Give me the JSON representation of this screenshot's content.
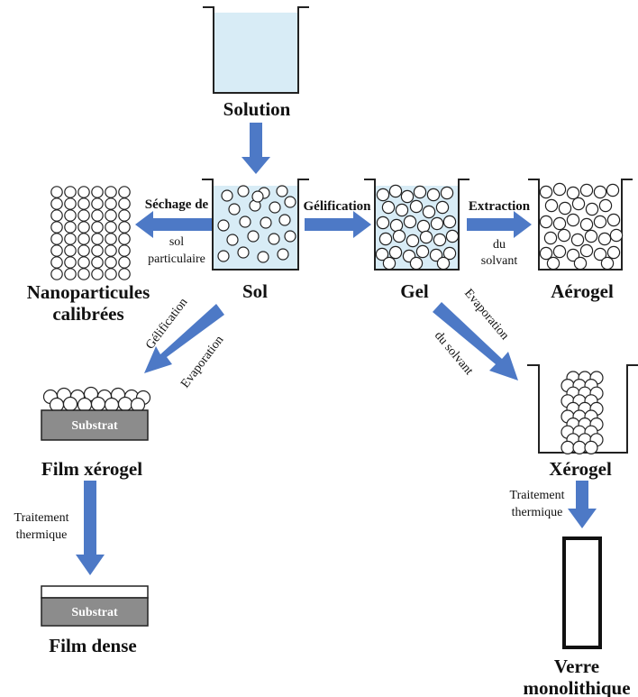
{
  "nodes": {
    "solution": "Solution",
    "sol": "Sol",
    "gel": "Gel",
    "aerogel": "Aérogel",
    "nanoparticules_1": "Nanoparticules",
    "nanoparticules_2": "calibrées",
    "film_xerogel": "Film xérogel",
    "film_dense": "Film dense",
    "xerogel": "Xérogel",
    "verre_1": "Verre",
    "verre_2": "monolithique",
    "substrat_top": "Substrat",
    "substrat_bottom": "Substrat"
  },
  "edges": {
    "sechage_1": "Séchage de",
    "sechage_2": "sol",
    "sechage_3": "particulaire",
    "gelification": "Gélification",
    "extraction_1": "Extraction",
    "extraction_2": "du",
    "extraction_3": "solvant",
    "gelif_diag": "Gélification",
    "evap_diag": "Evaporation",
    "evap_right_1": "Evaporation",
    "evap_right_2": "du solvant",
    "traitement_left_1": "Traitement",
    "traitement_left_2": "thermique",
    "traitement_right_1": "Traitement",
    "traitement_right_2": "thermique"
  },
  "colors": {
    "arrow": "#4d79c6",
    "liquid": "#d8ecf6",
    "substrat": "#8c8c8c"
  }
}
